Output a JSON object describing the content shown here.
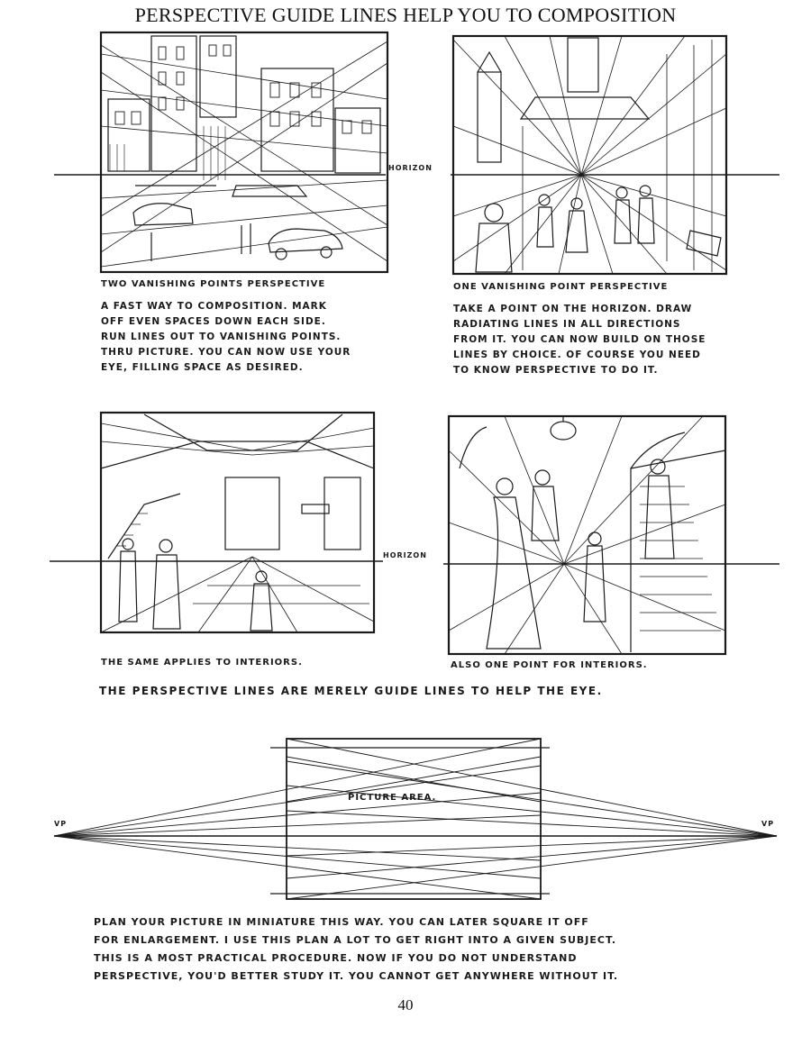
{
  "title": "PERSPECTIVE GUIDE LINES HELP YOU TO COMPOSITION",
  "panels": {
    "top_left": {
      "caption": "TWO VANISHING POINTS PERSPECTIVE",
      "text": [
        "A FAST WAY TO COMPOSITION. MARK",
        "OFF EVEN SPACES DOWN EACH SIDE.",
        "RUN LINES OUT TO VANISHING POINTS.",
        "THRU PICTURE. YOU CAN NOW USE YOUR",
        "EYE, FILLING SPACE AS DESIRED."
      ]
    },
    "top_right": {
      "caption": "ONE VANISHING POINT PERSPECTIVE",
      "text": [
        "TAKE A POINT ON THE HORIZON. DRAW",
        "RADIATING LINES IN ALL DIRECTIONS",
        "FROM IT. YOU CAN NOW BUILD ON THOSE",
        "LINES BY CHOICE. OF COURSE YOU NEED",
        "TO KNOW PERSPECTIVE TO DO IT."
      ]
    },
    "bottom_left": {
      "caption": "THE SAME APPLIES TO INTERIORS."
    },
    "bottom_right": {
      "caption": "ALSO ONE POINT FOR INTERIORS."
    }
  },
  "horizon_label_top": "HORIZON",
  "horizon_label_mid": "HORIZON",
  "guide_line_statement": "THE PERSPECTIVE LINES ARE MERELY GUIDE LINES TO HELP THE EYE.",
  "diagram": {
    "picture_area_label": "PICTURE AREA.",
    "vp_left": "VP",
    "vp_right": "VP"
  },
  "bottom_text": [
    "PLAN YOUR PICTURE IN MINIATURE THIS WAY. YOU CAN LATER SQUARE IT OFF",
    "FOR ENLARGEMENT. I USE THIS PLAN A LOT TO GET RIGHT INTO A GIVEN SUBJECT.",
    "THIS IS A MOST PRACTICAL PROCEDURE. NOW IF YOU DO NOT UNDERSTAND",
    "PERSPECTIVE, YOU'D BETTER STUDY IT. YOU CANNOT GET ANYWHERE WITHOUT IT."
  ],
  "page_number": "40",
  "sketch_colors": {
    "ink": "#1a1a1a",
    "paper": "#ffffff"
  }
}
